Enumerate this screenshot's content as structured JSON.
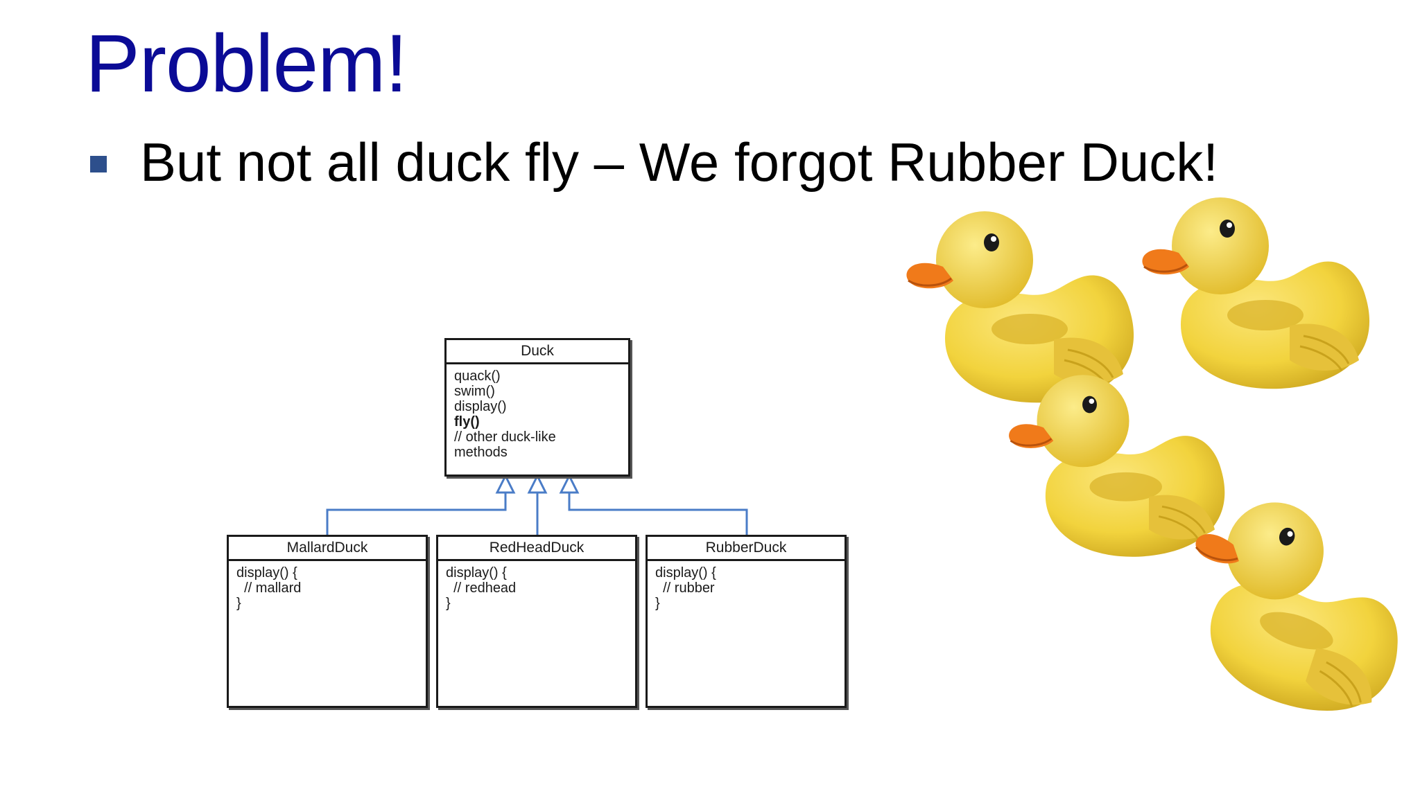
{
  "slide": {
    "title": "Problem!",
    "bullet": "But not all duck fly – We forgot Rubber Duck!"
  },
  "colors": {
    "title": "#0b0b96",
    "bullet_marker": "#2d4f8c",
    "connector": "#4a7cc7",
    "duck_body": "#f2d33d",
    "duck_beak": "#f07a1a"
  },
  "diagram": {
    "parent": {
      "name": "Duck",
      "methods": [
        "quack()",
        "swim()",
        "display()",
        "fly()",
        "// other duck-like",
        "methods"
      ],
      "highlight_method": "fly()"
    },
    "children": [
      {
        "name": "MallardDuck",
        "methods": [
          "display() {",
          "  // mallard",
          "}"
        ]
      },
      {
        "name": "RedHeadDuck",
        "methods": [
          "display() {",
          "  // redhead",
          "}"
        ]
      },
      {
        "name": "RubberDuck",
        "methods": [
          "display() {",
          "  // rubber",
          "}"
        ]
      }
    ]
  },
  "illustration": {
    "icon": "rubber-duck-icon",
    "count": 4
  }
}
